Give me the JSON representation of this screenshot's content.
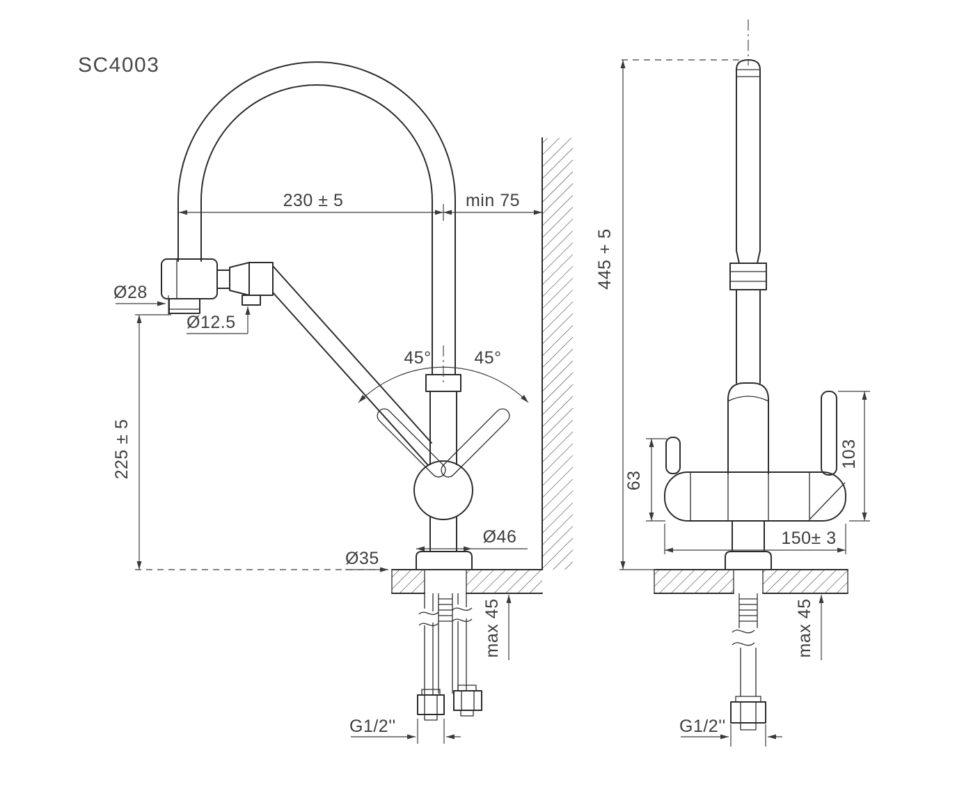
{
  "drawing": {
    "model": "SC4003"
  },
  "side_view": {
    "spout_reach": "230 ± 5",
    "wall_clearance": "min 75",
    "head_diameter": "Ø28",
    "hose_diameter": "Ø12.5",
    "swivel_left": "45°",
    "swivel_right": "45°",
    "outlet_height": "225 ± 5",
    "base_diameter": "Ø46",
    "hole_diameter": "Ø35",
    "deck_thickness": "max 45",
    "thread": "G1/2''"
  },
  "front_view": {
    "total_height": "445 + 5",
    "handle_height": "63",
    "lever_height": "103",
    "base_width": "150± 3",
    "deck_thickness": "max 45",
    "thread": "G1/2''"
  }
}
